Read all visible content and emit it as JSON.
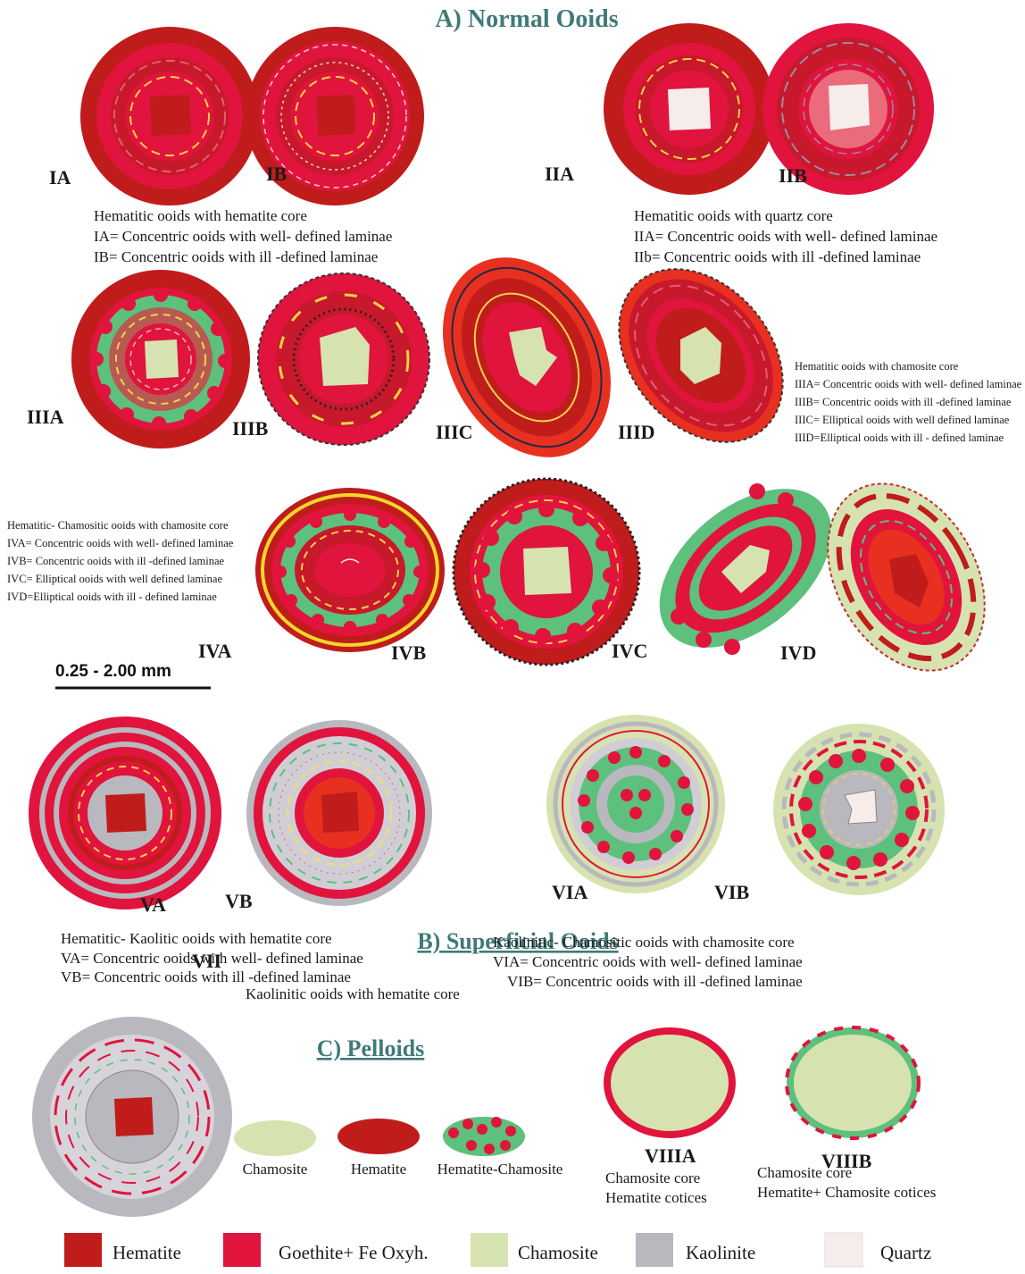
{
  "headings": {
    "normal": "A) Normal Ooids",
    "superficial": "B) Superficial Ooids",
    "pelloids": "C) Pelloids"
  },
  "labels": {
    "IA": "IA",
    "IB": "IB",
    "IIA": "IIA",
    "IIB": "IIB",
    "IIIA": "IIIA",
    "IIIB": "IIIB",
    "IIIC": "IIIC",
    "IIID": "IIID",
    "IVA": "IVA",
    "IVB": "IVB",
    "IVC": "IVC",
    "IVD": "IVD",
    "VA": "VA",
    "VB": "VB",
    "VIA": "VIA",
    "VIB": "VIB",
    "VII": "VII",
    "VIIIA": "VIIIA",
    "VIIIB": "VIIIB"
  },
  "captions": {
    "group1": [
      "Hematitic ooids with hematite core",
      "IA= Concentric ooids with well- defined laminae",
      "IB= Concentric ooids with ill -defined laminae"
    ],
    "group2": [
      "Hematitic ooids with quartz core",
      "IIA= Concentric ooids with well- defined laminae",
      "IIb= Concentric ooids with ill -defined laminae"
    ],
    "group3": [
      "Hematitic ooids with chamosite core",
      "IIIA= Concentric ooids with well- defined laminae",
      "IIIB= Concentric ooids with ill -defined laminae",
      "IIIC= Elliptical ooids with well defined laminae",
      "IIID=Elliptical ooids with ill - defined laminae"
    ],
    "group4": [
      "Hematitic- Chamositic ooids with chamosite core",
      "IVA= Concentric ooids with well- defined laminae",
      "IVB= Concentric ooids with ill -defined laminae",
      "IVC= Elliptical ooids with well defined laminae",
      "IVD=Elliptical ooids with ill - defined laminae"
    ],
    "group5": [
      "Hematitic- Kaolitic  ooids with hematite core",
      "VA= Concentric ooids with well- defined laminae",
      "VB= Concentric ooids with ill -defined laminae"
    ],
    "group6": [
      "Kaolinitic- Chamositic   ooids with chamosite core",
      "VIA= Concentric ooids with well- defined laminae",
      "VIB= Concentric ooids with ill -defined laminae"
    ],
    "group7": "Kaolinitic ooids with hematite core",
    "viiiA": [
      "Chamosite core",
      "Hematite cotices"
    ],
    "viiiB": [
      "Chamosite core",
      "Hematite+ Chamosite cotices"
    ]
  },
  "scale_bar": "0.25 - 2.00 mm",
  "pelloids": [
    "Chamosite",
    "Hematite",
    "Hematite-Chamosite"
  ],
  "legend": [
    {
      "label": "Hematite",
      "color": "#c01c1c"
    },
    {
      "label": "Goethite+ Fe Oxyh.",
      "color": "#e0143c"
    },
    {
      "label": "Chamosite",
      "color": "#d6e3b0"
    },
    {
      "label": "Kaolinite",
      "color": "#b9b8bf"
    },
    {
      "label": "Quartz",
      "color": "#f6ecea"
    }
  ],
  "colors": {
    "hematite": "#c01c1c",
    "goethite": "#e0143c",
    "chamosite": "#d6e3b0",
    "chamosite_green": "#5dc07c",
    "kaolinite": "#b9b8bf",
    "quartz": "#f6ecea",
    "heading": "#3f7a78"
  }
}
